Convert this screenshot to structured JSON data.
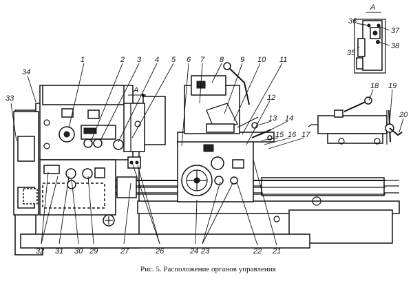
{
  "caption": "Рис. 5. Расположение органов управления",
  "view_label": "А",
  "section_marker": "А",
  "callouts": {
    "c1": "1",
    "c2": "2",
    "c3": "3",
    "c4": "4",
    "c5": "5",
    "c6": "6",
    "c7": "7",
    "c8": "8",
    "c9": "9",
    "c10": "10",
    "c11": "11",
    "c12": "12",
    "c13": "13",
    "c14": "14",
    "c15": "15",
    "c16": "16",
    "c17": "17",
    "c18": "18",
    "c19": "19",
    "c20": "20",
    "c21": "21",
    "c22": "22",
    "c23": "23",
    "c24": "24",
    "c26": "26",
    "c27": "27",
    "c29": "29",
    "c30": "30",
    "c31": "31",
    "c32": "32",
    "c33": "33",
    "c34": "34",
    "c35": "35",
    "c36": "36",
    "c37": "37",
    "c38": "38"
  }
}
